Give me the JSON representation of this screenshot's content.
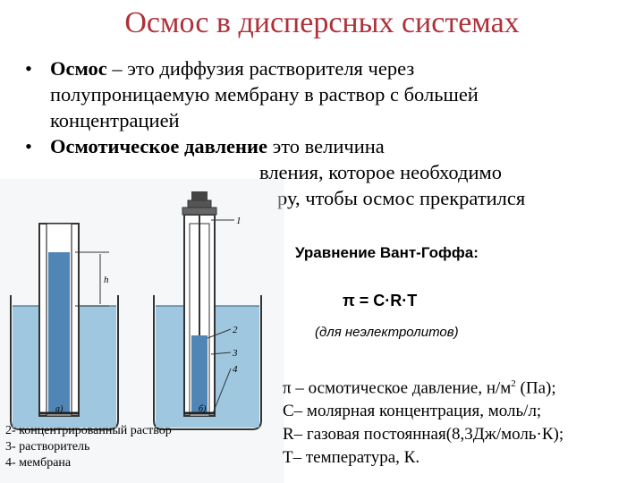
{
  "title": "Осмос в дисперсных системах",
  "bullets": [
    {
      "term": "Осмос",
      "rest_line1": " – это диффузия растворителя через",
      "line2": "полупроницаемую мембрану в раствор с большей",
      "line3": "концентрацией"
    },
    {
      "term": "Осмотическое давление",
      "rest_line1": "  это величина",
      "line2_tail": "вления, которое необходимо",
      "line3_tail": "ру, чтобы осмос прекратился"
    }
  ],
  "figure": {
    "label_1": "1",
    "label_h": "h",
    "label_2": "2",
    "label_3": "3",
    "label_4": "4",
    "caption_a": "а)",
    "caption_b": "б)"
  },
  "legend": [
    "2- концентрированный раствор",
    "3- растворитель",
    "4- мембрана"
  ],
  "equation": {
    "heading": "Уравнение Вант-Гоффа:",
    "formula": "π  = C·R·T",
    "note": "(для неэлектролитов)"
  },
  "definitions": {
    "line1_pre": "π – осмотическое давление, н/м",
    "line1_sup": "2",
    "line1_post": " (Па);",
    "line2": "C– молярная концентрация, моль/л;",
    "line3": "R– газовая постоянная(8,3Дж/моль·К);",
    "line4": "T– температура, К."
  },
  "colors": {
    "title": "#b0303a",
    "water": "#8fc0dc",
    "solution": "#4f86b6"
  }
}
